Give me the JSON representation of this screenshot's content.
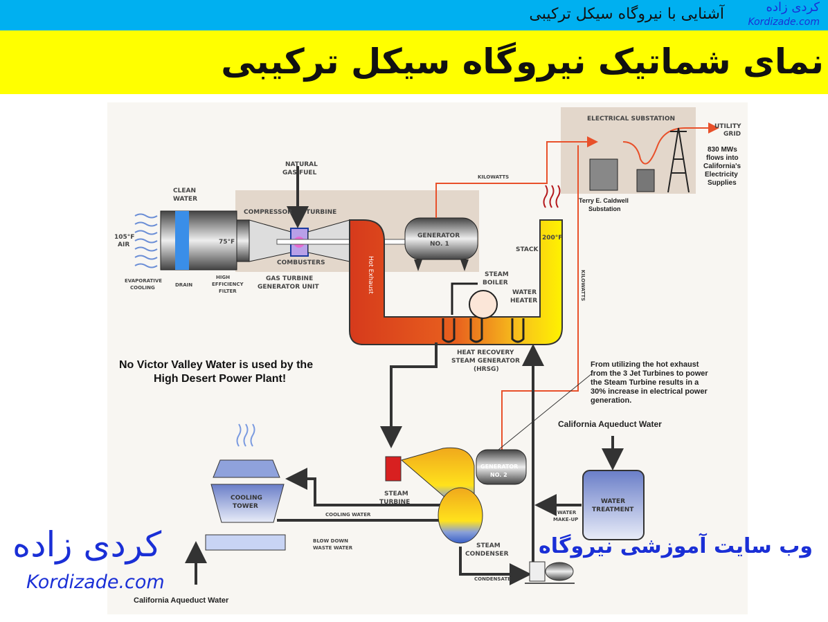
{
  "header": {
    "subtitle": "آشنایی با نیروگاه سیکل ترکیبی",
    "title": "نمای شماتیک نیروگاه سیکل ترکیبی"
  },
  "logos": {
    "brand_fa": "کردی زاده",
    "brand_url": "Kordizade.com",
    "website_fa": "وب سایت آموزشی نیروگاه"
  },
  "colors": {
    "topbar": "#00b0f0",
    "title_band": "#ffff00",
    "logo": "#1a2fd6",
    "kilowatts_line": "#e8502a",
    "pipes": "#333333"
  },
  "diagram": {
    "air": [
      "105°F",
      "AIR"
    ],
    "clean_water": [
      "CLEAN",
      "WATER"
    ],
    "evaporative_cooling": [
      "EVAPORATIVE",
      "COOLING"
    ],
    "drain": "DRAIN",
    "filter": [
      "HIGH",
      "EFFICIENCY",
      "FILTER"
    ],
    "temp_75": "75°F",
    "natural_gas": [
      "NATURAL",
      "GAS FUEL"
    ],
    "compressor": "COMPRESSOR",
    "turbine": "TURBINE",
    "combusters": "COMBUSTERS",
    "gas_turbine_unit": [
      "GAS TURBINE",
      "GENERATOR UNIT"
    ],
    "hot_exhaust": "Hot Exhaust",
    "generator1": [
      "GENERATOR",
      "NO. 1"
    ],
    "kilowatts": "KILOWATTS",
    "stack": "STACK",
    "temp_200": "200°F",
    "steam_boiler": [
      "STEAM",
      "BOILER"
    ],
    "water_heater": [
      "WATER",
      "HEATER"
    ],
    "hrsg": [
      "HEAT RECOVERY",
      "STEAM GENERATOR",
      "(HRSG)"
    ],
    "substation_title": "ELECTRICAL SUBSTATION",
    "substation_name": [
      "Terry E. Caldwell",
      "Substation"
    ],
    "utility_grid": [
      "UTILITY",
      "GRID"
    ],
    "grid_note": [
      "830 MWs",
      "flows into",
      "California's",
      "Electricity",
      "Supplies"
    ],
    "no_water_note": [
      "No Victor Valley Water is used by the",
      "High Desert Power Plant!"
    ],
    "exhaust_note": [
      "From utilizing the hot exhaust",
      "from the 3 Jet Turbines to power",
      "the Steam Turbine results in a",
      "30% increase in electrical power",
      "generation."
    ],
    "aqueduct": "California Aqueduct Water",
    "steam_turbine": [
      "STEAM",
      "TURBINE"
    ],
    "generator2": [
      "GENERATOR",
      "NO. 2"
    ],
    "cooling_tower": [
      "COOLING",
      "TOWER"
    ],
    "cooling_water": "COOLING WATER",
    "blow_down": [
      "BLOW DOWN",
      "WASTE WATER"
    ],
    "steam_condenser": [
      "STEAM",
      "CONDENSER"
    ],
    "condensate": "CONDENSATE",
    "water_treatment": [
      "WATER",
      "TREATMENT"
    ],
    "water_makeup": [
      "WATER",
      "MAKE-UP"
    ]
  }
}
